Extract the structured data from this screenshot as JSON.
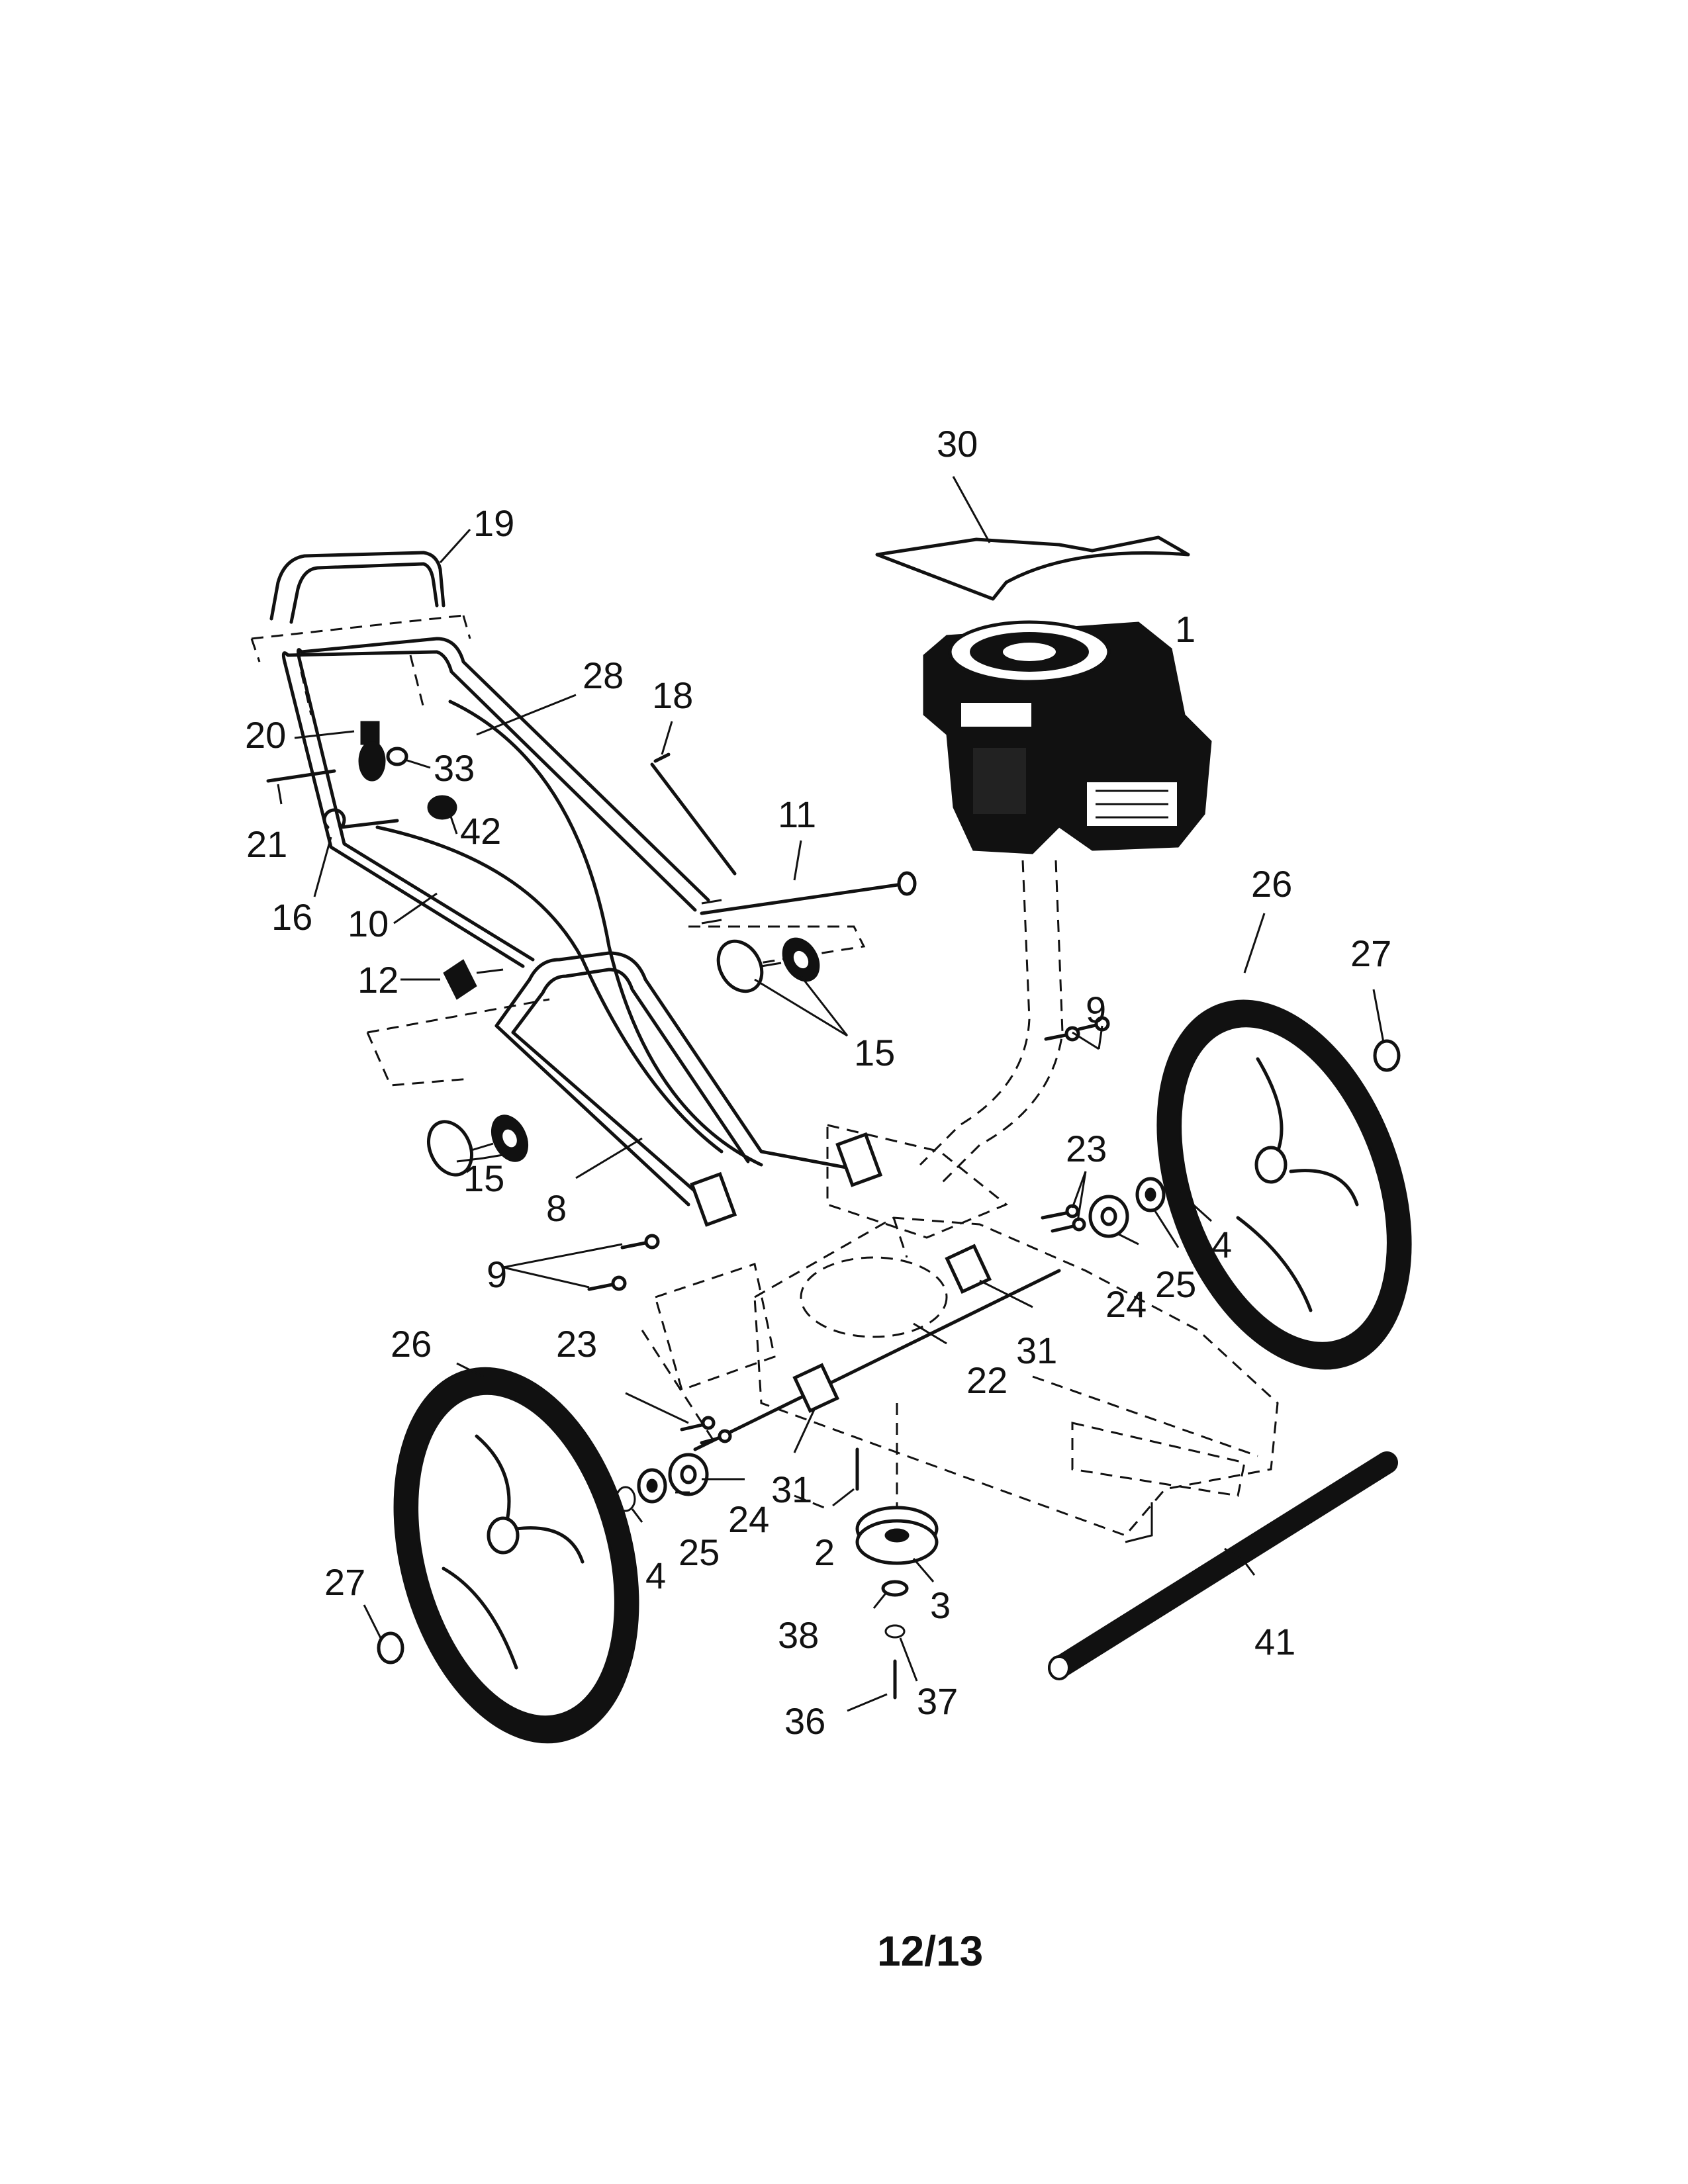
{
  "diagram": {
    "page_number": "12/13",
    "callouts": [
      {
        "id": "c30",
        "text": "30"
      },
      {
        "id": "c19",
        "text": "19"
      },
      {
        "id": "c1",
        "text": "1"
      },
      {
        "id": "c28",
        "text": "28"
      },
      {
        "id": "c18",
        "text": "18"
      },
      {
        "id": "c20",
        "text": "20"
      },
      {
        "id": "c33",
        "text": "33"
      },
      {
        "id": "c11",
        "text": "11"
      },
      {
        "id": "c21",
        "text": "21"
      },
      {
        "id": "c42",
        "text": "42"
      },
      {
        "id": "c16",
        "text": "16"
      },
      {
        "id": "c10",
        "text": "10"
      },
      {
        "id": "c26a",
        "text": "26"
      },
      {
        "id": "c27a",
        "text": "27"
      },
      {
        "id": "c12",
        "text": "12"
      },
      {
        "id": "c9a",
        "text": "9"
      },
      {
        "id": "c15a",
        "text": "15"
      },
      {
        "id": "c15b",
        "text": "15"
      },
      {
        "id": "c23a",
        "text": "23"
      },
      {
        "id": "c8",
        "text": "8"
      },
      {
        "id": "c4a",
        "text": "4"
      },
      {
        "id": "c25a",
        "text": "25"
      },
      {
        "id": "c24a",
        "text": "24"
      },
      {
        "id": "c9b",
        "text": "9"
      },
      {
        "id": "c31a",
        "text": "31"
      },
      {
        "id": "c22",
        "text": "22"
      },
      {
        "id": "c26b",
        "text": "26"
      },
      {
        "id": "c23b",
        "text": "23"
      },
      {
        "id": "c31b",
        "text": "31"
      },
      {
        "id": "c24b",
        "text": "24"
      },
      {
        "id": "c2",
        "text": "2"
      },
      {
        "id": "c25b",
        "text": "25"
      },
      {
        "id": "c4b",
        "text": "4"
      },
      {
        "id": "c3",
        "text": "3"
      },
      {
        "id": "c27b",
        "text": "27"
      },
      {
        "id": "c41",
        "text": "41"
      },
      {
        "id": "c38",
        "text": "38"
      },
      {
        "id": "c37",
        "text": "37"
      },
      {
        "id": "c36",
        "text": "36"
      }
    ]
  }
}
